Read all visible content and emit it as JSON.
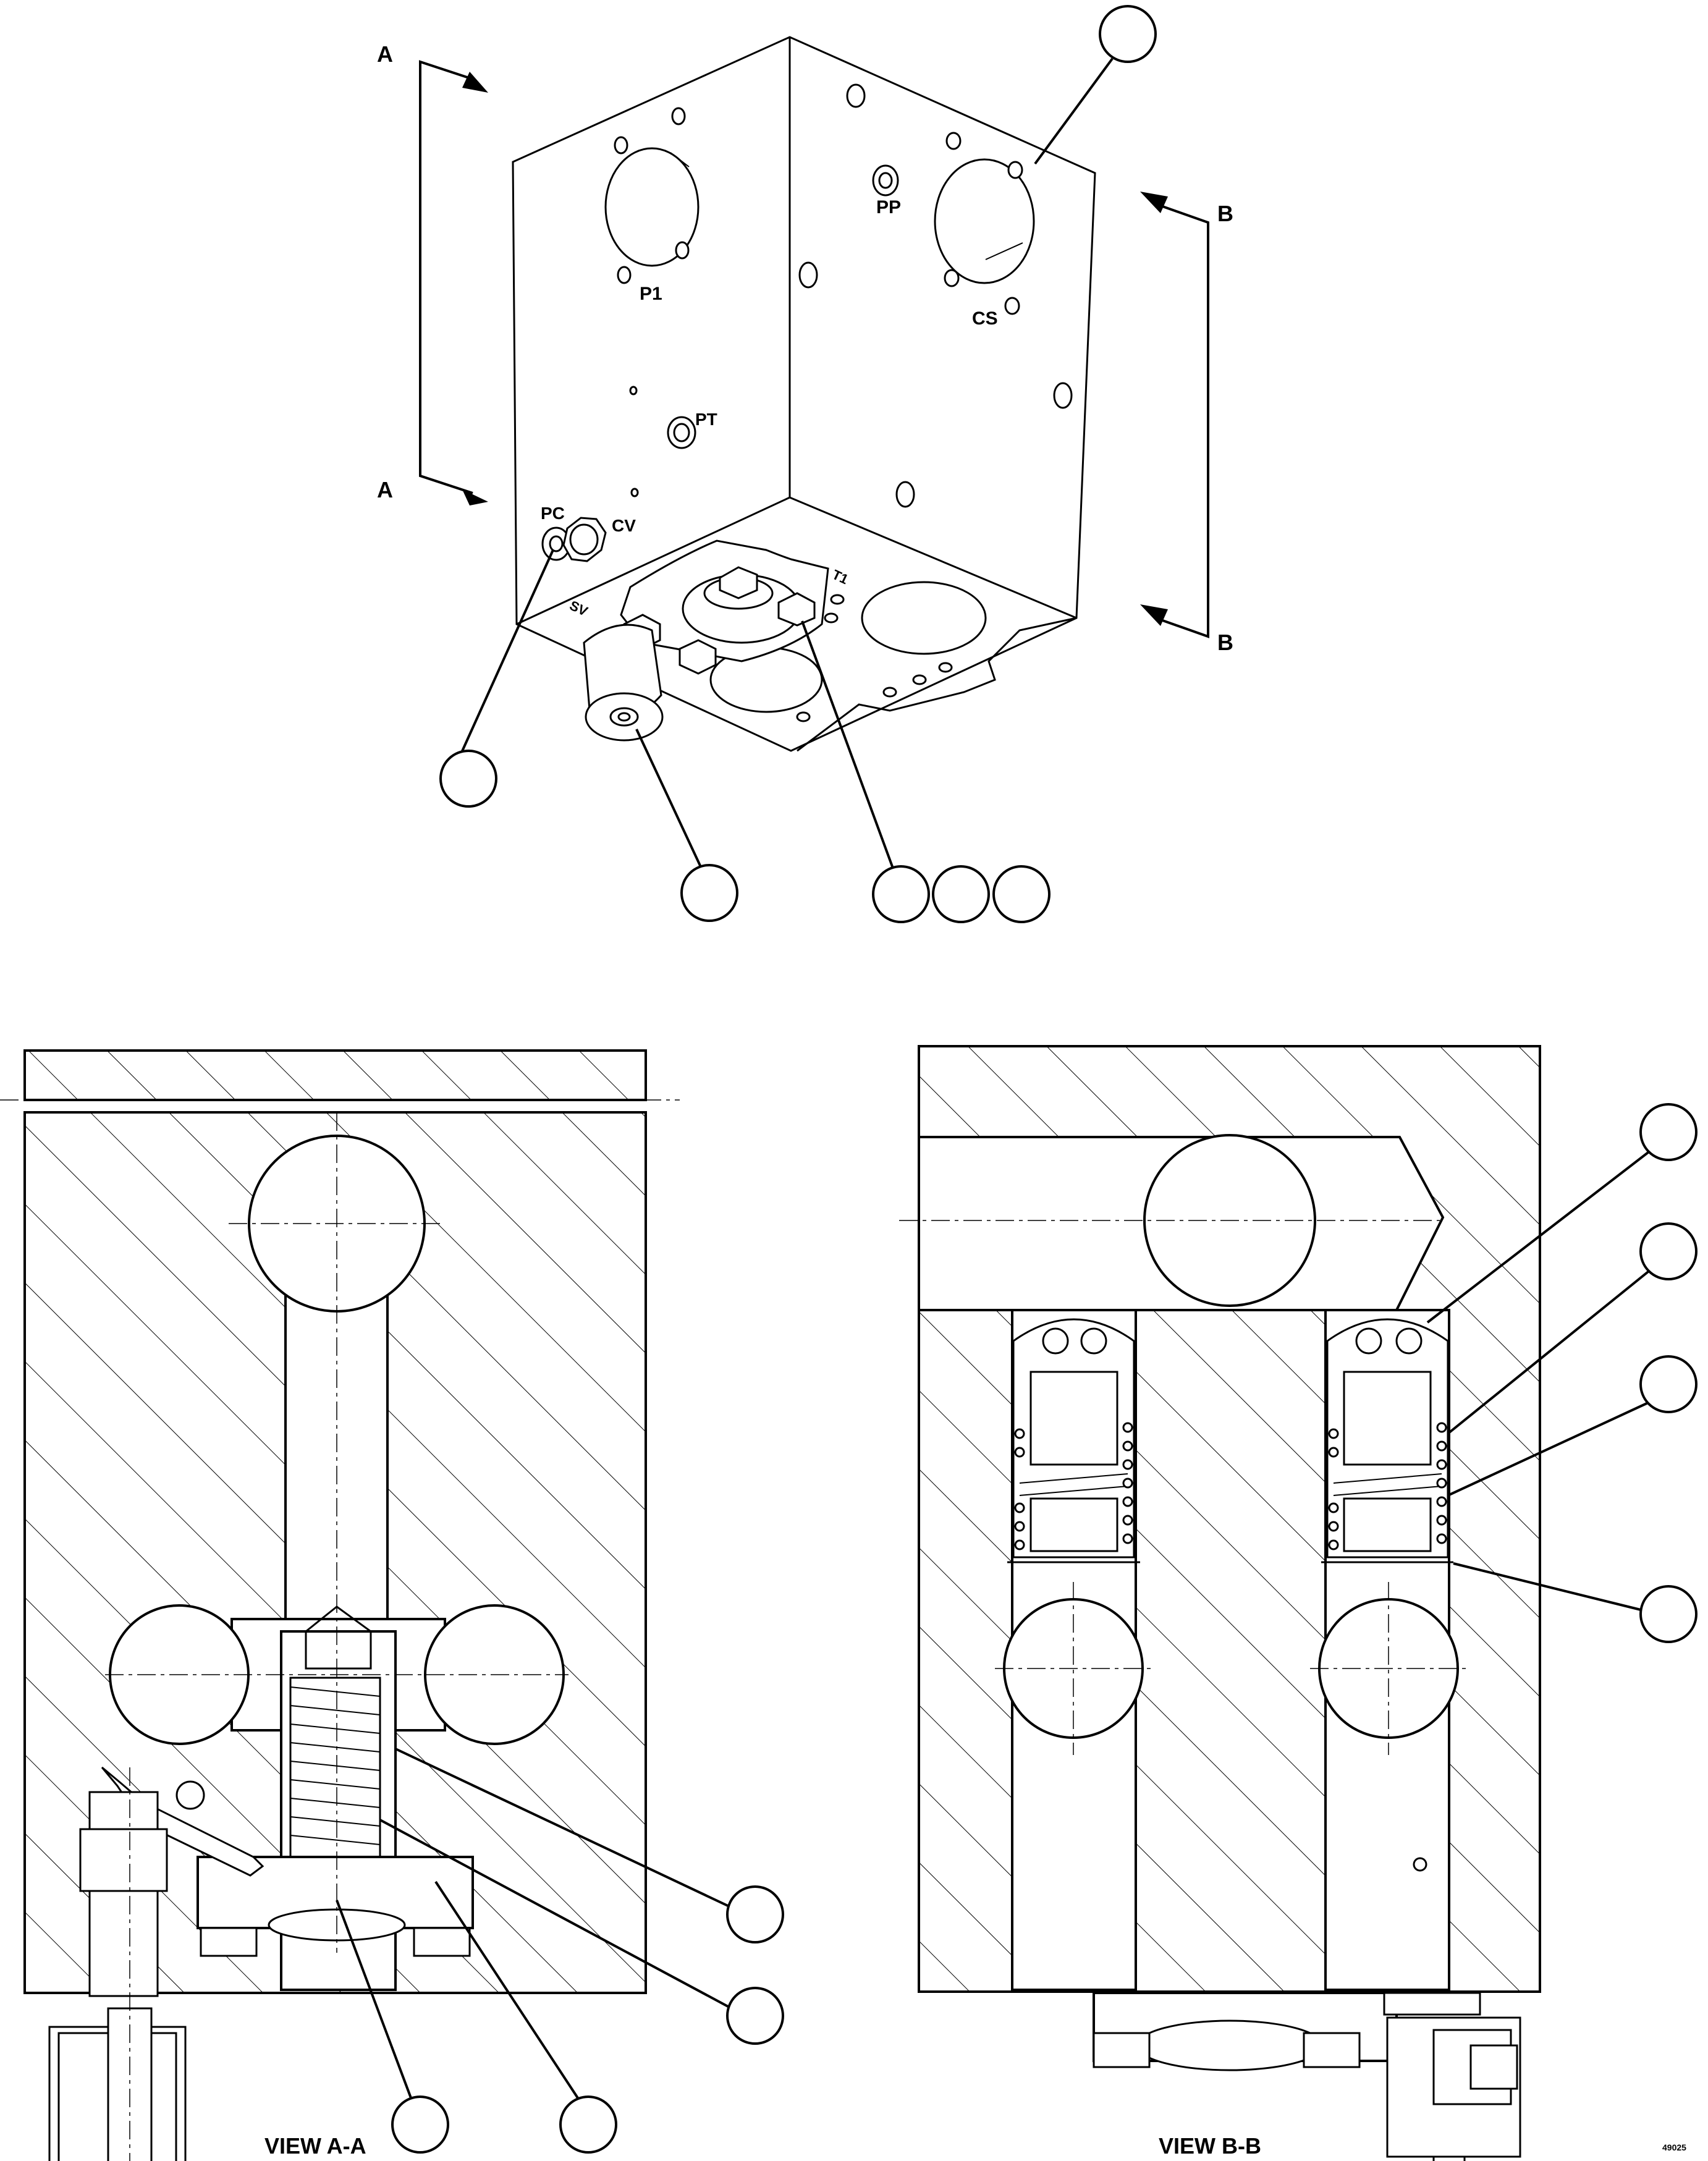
{
  "iso_view": {
    "section_markers": {
      "a_top": "A",
      "a_bottom": "A",
      "b_top": "B",
      "b_bottom": "B"
    },
    "port_labels": {
      "p1": "P1",
      "pp": "PP",
      "cs": "CS",
      "pt": "PT",
      "pc": "PC",
      "cv": "CV",
      "sv": "SV",
      "t1": "T1"
    }
  },
  "views": {
    "view_aa": {
      "caption": "VIEW A-A"
    },
    "view_bb": {
      "caption": "VIEW B-B"
    }
  },
  "sheet_number": "49025"
}
